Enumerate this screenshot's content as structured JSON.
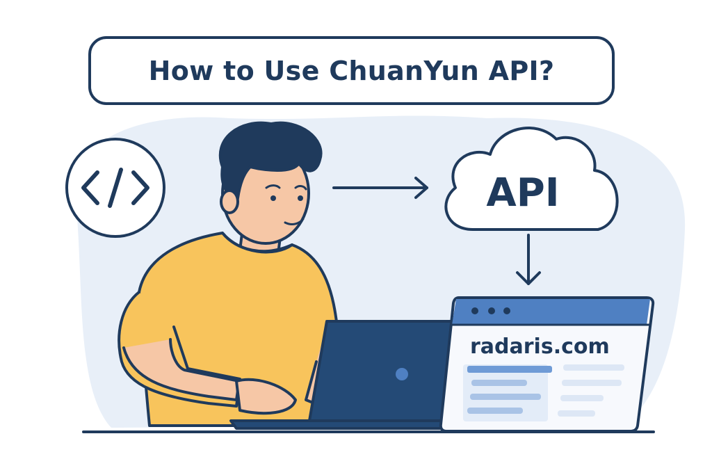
{
  "title": "How to Use ChuanYun  API?",
  "cloud_label": "API",
  "browser": {
    "domain": "radaris.com"
  },
  "icons": {
    "code": "code-brackets-icon",
    "cloud": "cloud-icon",
    "arrow_right": "arrow-right-icon",
    "arrow_down": "arrow-down-icon"
  },
  "colors": {
    "navy": "#1f3a5c",
    "shirt": "#f8c45c",
    "skin": "#f6c7a6",
    "blob": "#e8eff8",
    "browser_bar": "#4f80c2"
  }
}
